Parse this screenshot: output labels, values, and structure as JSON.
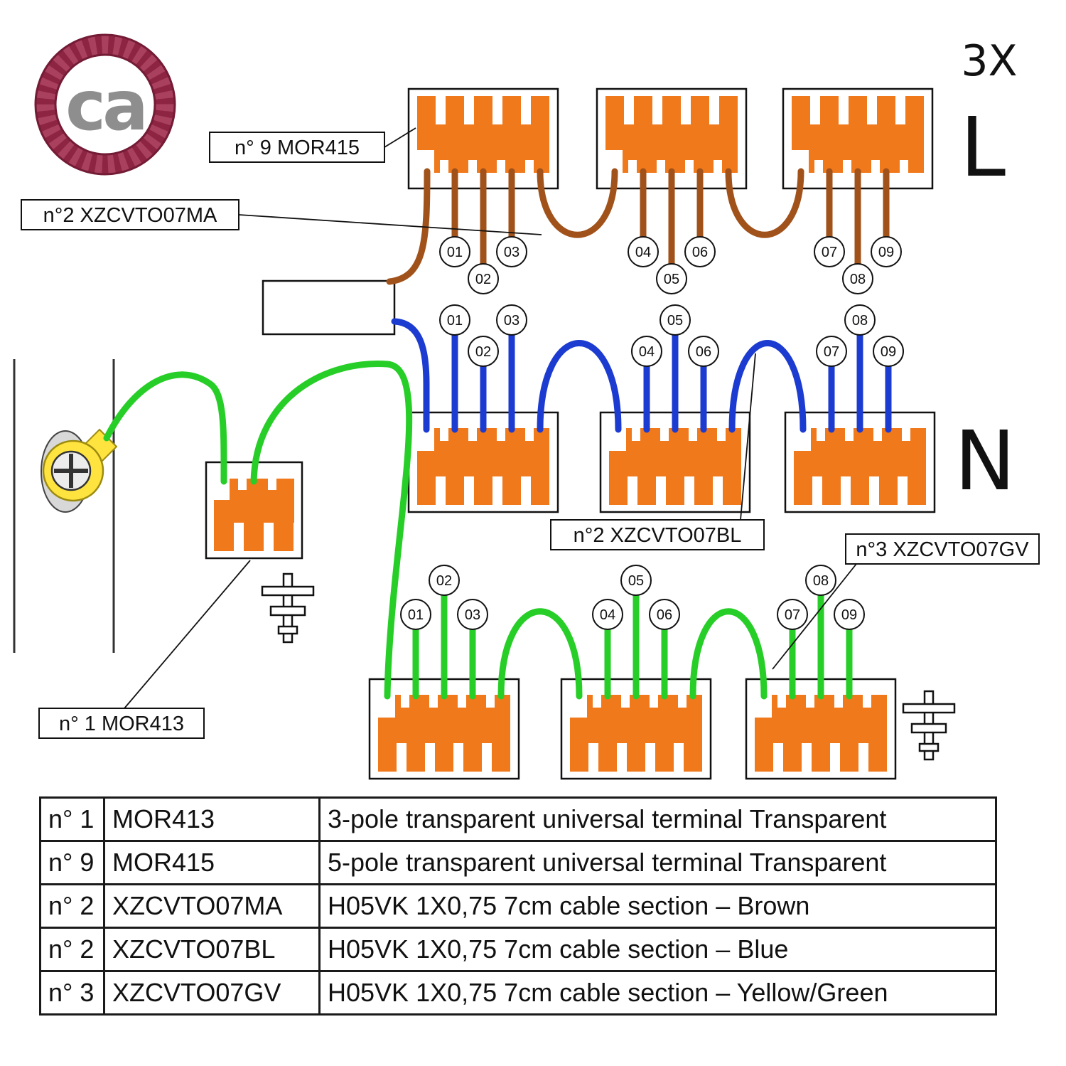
{
  "logo": {
    "text": "ca"
  },
  "header": {
    "quantity": "3X",
    "line_live": "L",
    "line_neutral": "N"
  },
  "labels": {
    "mor415": "n° 9 MOR415",
    "cable_brown": "n°2 XZCVTO07MA",
    "cable_blue": "n°2 XZCVTO07BL",
    "cable_green": "n°3 XZCVTO07GV",
    "mor413": "n° 1 MOR413"
  },
  "wire_numbers": [
    "01",
    "02",
    "03",
    "04",
    "05",
    "06",
    "07",
    "08",
    "09"
  ],
  "colors": {
    "brown_wire": "#A0521A",
    "blue_wire": "#1C3BD0",
    "green_wire": "#27CE27",
    "terminal_orange": "#F0791C",
    "ring_yellow": "#FFE33E",
    "logo_red": "#8C2442"
  },
  "table": {
    "rows": [
      {
        "qty": "n° 1",
        "code": "MOR413",
        "desc": "3-pole transparent universal terminal Transparent"
      },
      {
        "qty": "n° 9",
        "code": "MOR415",
        "desc": "5-pole transparent universal terminal Transparent"
      },
      {
        "qty": "n° 2",
        "code": "XZCVTO07MA",
        "desc": "H05VK 1X0,75 7cm cable section – Brown"
      },
      {
        "qty": "n° 2",
        "code": "XZCVTO07BL",
        "desc": "H05VK 1X0,75 7cm cable section – Blue"
      },
      {
        "qty": "n° 3",
        "code": "XZCVTO07GV",
        "desc": "H05VK 1X0,75 7cm cable section – Yellow/Green"
      }
    ]
  }
}
